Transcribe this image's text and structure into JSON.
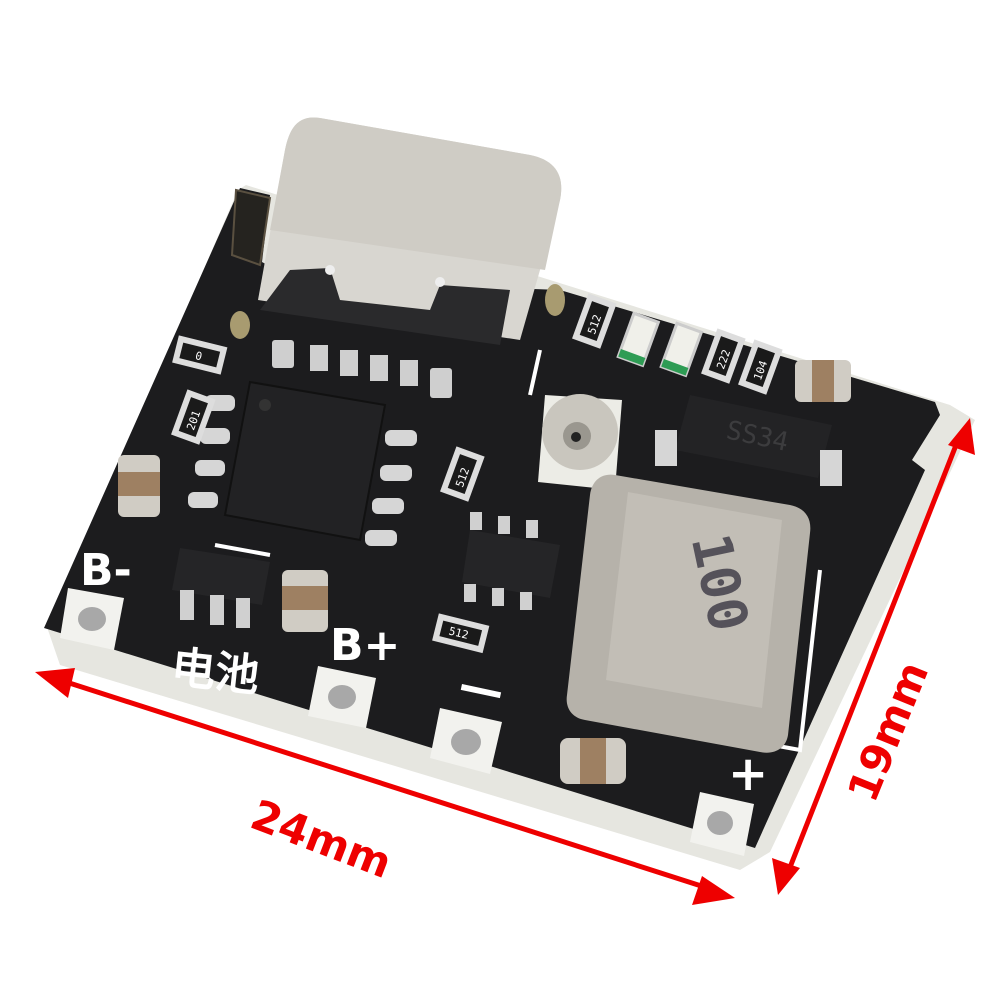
{
  "image": {
    "subject": "Type-C lithium battery charge / boost converter PCB module",
    "background_color": "#ffffff"
  },
  "dimensions": {
    "width_label": "24mm",
    "height_label": "19mm",
    "arrow_color": "#ee0000"
  },
  "board": {
    "pcb_color": "#1c1c1e",
    "edge_color": "#e8e8e2",
    "silkscreen_color": "#ffffff",
    "pad_color": "#f4f4f0"
  },
  "silkscreen": {
    "battery_negative": "B-",
    "battery_positive": "B+",
    "battery_cn": "电池",
    "output_negative": "—",
    "output_positive": "+"
  },
  "components": {
    "usb_connector": "USB Type-C receptacle",
    "inductor_marking": "100",
    "diode_marking": "SS34",
    "potentiometer": "trimmer potentiometer",
    "resistors": [
      {
        "label": "512",
        "position": "top-left near connector"
      },
      {
        "label": "222",
        "position": "top right"
      },
      {
        "label": "104",
        "position": "top right"
      },
      {
        "label": "201",
        "position": "left of main IC"
      },
      {
        "label": "0",
        "position": "below connector left"
      },
      {
        "label": "512",
        "position": "right of main IC"
      },
      {
        "label": "512",
        "position": "bottom center"
      }
    ],
    "leds": [
      "red LED",
      "green LED"
    ],
    "capacitors_count": 5,
    "ic_main": "SOP-8 charge controller",
    "ic_secondary": "SOT-23-6 boost controller",
    "mosfet": "SOT-23-5"
  }
}
